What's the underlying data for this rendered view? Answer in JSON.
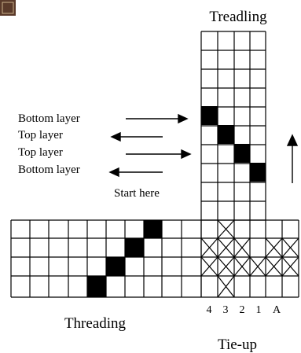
{
  "title": "Treadling",
  "layer_labels": [
    "Bottom layer",
    "Top layer",
    "Top layer",
    "Bottom layer"
  ],
  "start_label": "Start here",
  "threading_label": "Threading",
  "tieup_label": "Tie-up",
  "tieup_columns": [
    "4",
    "3",
    "2",
    "1",
    "A"
  ],
  "colors": {
    "ink": "#000000",
    "background": "#ffffff",
    "corner_mark": "#5a3a2a"
  }
}
